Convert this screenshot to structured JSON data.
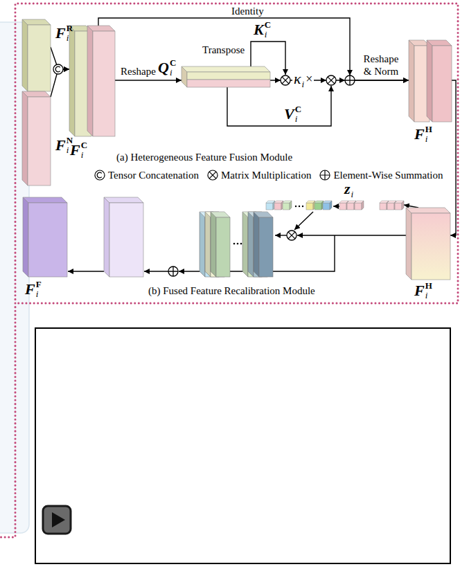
{
  "diagram": {
    "nodes": [
      {
        "text": [
          "FiR"
        ]
      },
      {
        "text": [
          "FiN"
        ]
      },
      {
        "text": [
          "FiC"
        ]
      },
      {
        "text": [
          "QiC"
        ]
      },
      {
        "text": [
          "FiH"
        ]
      },
      {
        "text": [
          "FiH"
        ]
      },
      {
        "text": [
          "zi"
        ]
      },
      {
        "text": [
          "FiF"
        ]
      }
    ],
    "edges": [
      {
        "from": 0,
        "to": 2,
        "arrow": "to"
      },
      {
        "from": 1,
        "to": 2,
        "arrow": "to"
      },
      {
        "from": 2,
        "to": 3,
        "label": "Reshape",
        "arrow": "to"
      },
      {
        "from": 2,
        "to": 4,
        "label": "Identity",
        "arrow": "to"
      },
      {
        "from": 3,
        "to": 4,
        "arrow": "to"
      },
      {
        "from": 4,
        "to": 5,
        "arrow": "to"
      },
      {
        "from": 5,
        "to": 6,
        "arrow": "to"
      }
    ],
    "labels": [
      "Transpose",
      "KiC",
      "ViC",
      "κi×",
      "Reshape & Norm",
      "(a) Heterogeneous Feature Fusion Module",
      "(b) Fused Feature Recalibration Module"
    ],
    "legend": [
      {
        "text": "Tensor Concatenation"
      },
      {
        "text": "Matrix Multiplication"
      },
      {
        "text": "Element-Wise Summation"
      }
    ]
  }
}
